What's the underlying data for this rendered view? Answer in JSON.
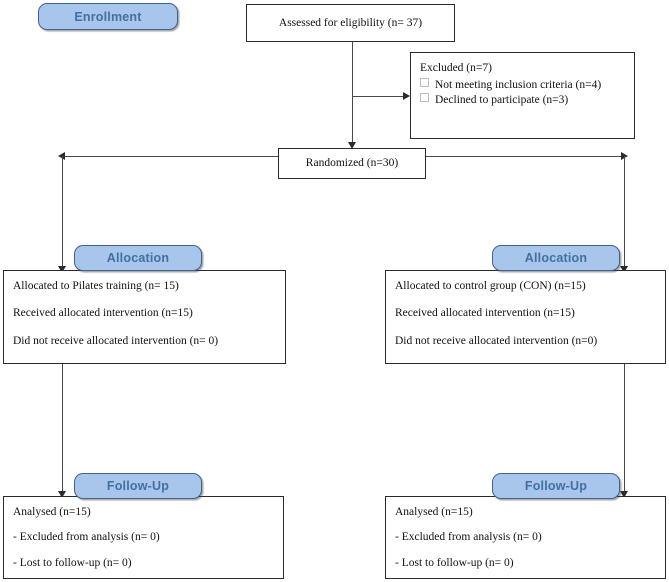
{
  "diagram": {
    "title": "CONSORT participant flow diagram",
    "colors": {
      "pill_fill": "#a8c5ec",
      "pill_border": "#41638f",
      "pill_text": "#42709f",
      "box_border": "#2b2b2b",
      "connector": "#4a4a4a",
      "text": "#111111"
    }
  },
  "stages": {
    "enrollment": "Enrollment",
    "allocation_left": "Allocation",
    "allocation_right": "Allocation",
    "followup_left": "Follow-Up",
    "followup_right": "Follow-Up"
  },
  "nodes": {
    "assessed": {
      "text": "Assessed for eligibility (n= 37)"
    },
    "excluded": {
      "title": "Excluded (n=7)",
      "items": [
        "Not meeting inclusion criteria (n=4)",
        "Declined to participate (n=3)"
      ]
    },
    "randomized": {
      "text": "Randomized (n=30)"
    },
    "allocated_left": {
      "lines": [
        "Allocated to Pilates training (n= 15)",
        "Received allocated intervention (n=15)",
        "Did not receive allocated intervention (n= 0)"
      ]
    },
    "allocated_right": {
      "lines": [
        "Allocated to control group (CON) (n=15)",
        "Received allocated intervention (n=15)",
        "Did not receive allocated intervention (n=0)"
      ]
    },
    "analysed_left": {
      "lines": [
        "Analysed (n=15)",
        "- Excluded from analysis (n= 0)",
        "- Lost to follow-up (n= 0)"
      ]
    },
    "analysed_right": {
      "lines": [
        "Analysed (n=15)",
        "- Excluded from analysis (n= 0)",
        "- Lost to follow-up (n= 0)"
      ]
    }
  }
}
